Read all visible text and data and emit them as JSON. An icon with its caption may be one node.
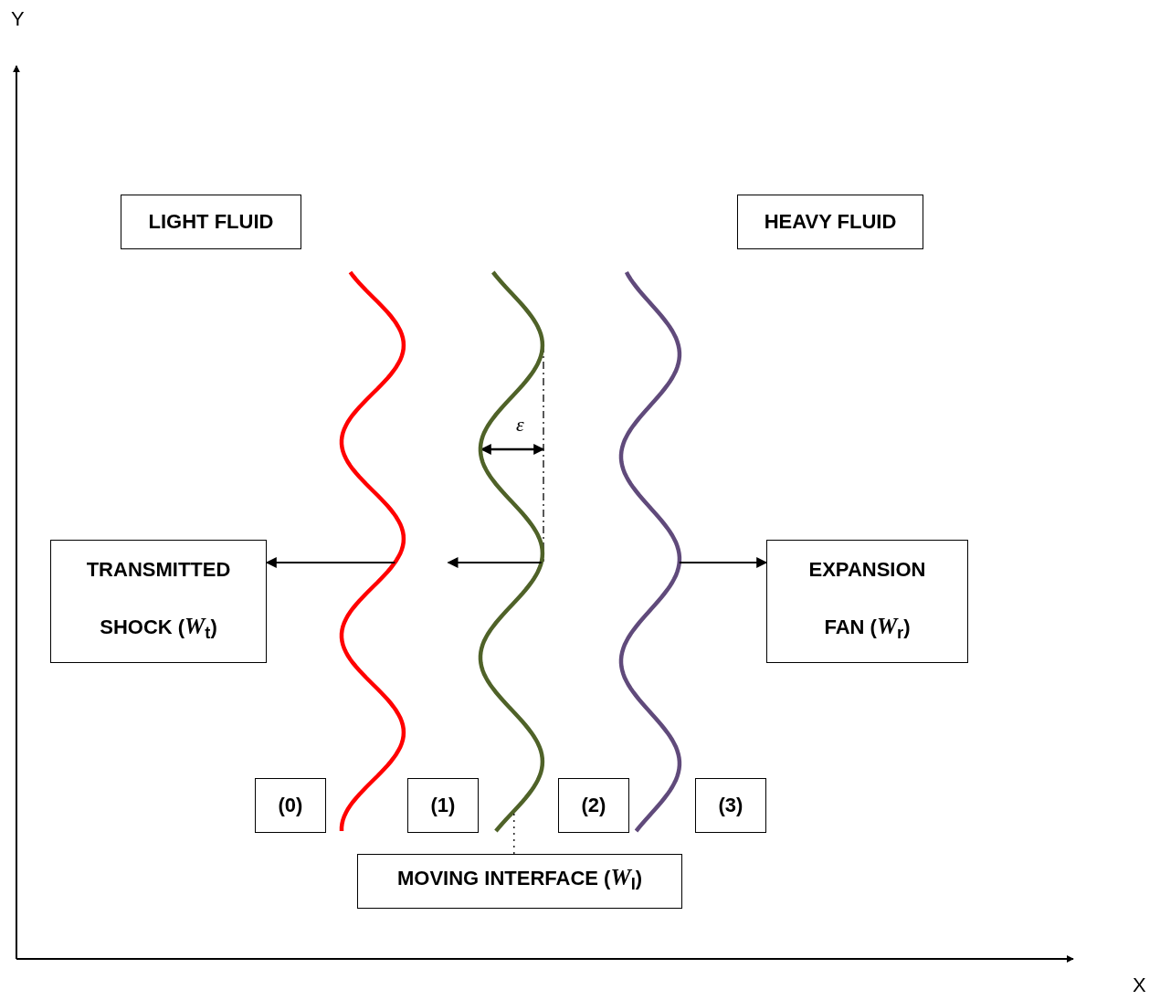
{
  "diagram": {
    "nodes": [
      {
        "text": [
          "LIGHT FLUID"
        ]
      },
      {
        "text": [
          "HEAVY FLUID"
        ]
      },
      {
        "text": [],
        "shape": "curve"
      },
      {
        "text": [],
        "shape": "curve"
      },
      {
        "text": [],
        "shape": "curve"
      },
      {
        "text": [
          "TRANSMITTED SHOCK (*W*$_{t}$)"
        ]
      },
      {
        "text": [
          "EXPANSION FAN (*W*$_{r}$)"
        ]
      },
      {
        "text": [
          "(0)"
        ]
      },
      {
        "text": [
          "(1)"
        ]
      },
      {
        "text": [
          "(2)"
        ]
      },
      {
        "text": [
          "(3)"
        ]
      },
      {
        "text": [
          "MOVING INTERFACE (*W*$_{I}$)"
        ]
      }
    ],
    "edges": [
      {
        "from": 2,
        "to": 5,
        "arrow": "to"
      },
      {
        "from": 3,
        "to": null,
        "arrow": "to"
      },
      {
        "from": 4,
        "to": 6,
        "arrow": "to"
      },
      {
        "from": 11,
        "to": 3,
        "arrow": "none",
        "style": "dashed"
      }
    ],
    "labels": [
      "Y",
      "ε",
      "X"
    ]
  }
}
